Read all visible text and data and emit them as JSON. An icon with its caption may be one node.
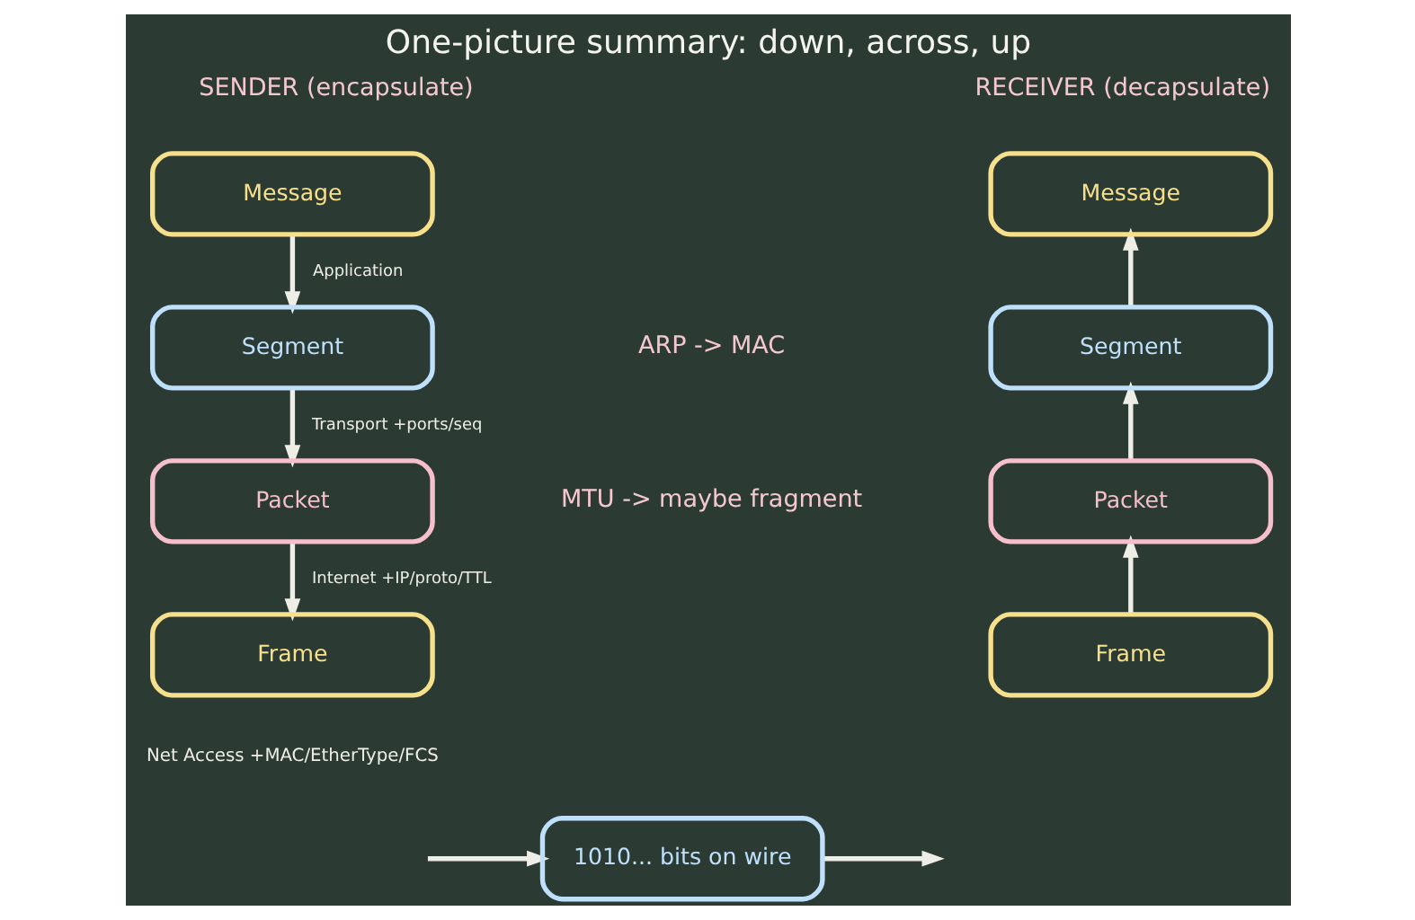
{
  "diagram": {
    "title": "One-picture summary: down, across, up",
    "nodes": [
      {
        "text": [
          "Message"
        ]
      },
      {
        "text": [
          "Segment"
        ]
      },
      {
        "text": [
          "Packet"
        ]
      },
      {
        "text": [
          "Frame"
        ]
      },
      {
        "text": [
          "Message"
        ]
      },
      {
        "text": [
          "Segment"
        ]
      },
      {
        "text": [
          "Packet"
        ]
      },
      {
        "text": [
          "Frame"
        ]
      },
      {
        "text": [
          "1010... bits on wire"
        ]
      }
    ],
    "edges": [
      {
        "from": 0,
        "to": 1,
        "arrow": "to",
        "label": "Application"
      },
      {
        "from": 1,
        "to": 2,
        "arrow": "to",
        "label": "Transport +ports/seq"
      },
      {
        "from": 2,
        "to": 3,
        "arrow": "to",
        "label": "Internet +IP/proto/TTL"
      },
      {
        "from": 8,
        "to": null,
        "arrow": "to"
      },
      {
        "from": null,
        "to": 8,
        "arrow": "to"
      },
      {
        "from": 7,
        "to": 6,
        "arrow": "to"
      },
      {
        "from": 6,
        "to": 5,
        "arrow": "to"
      },
      {
        "from": 5,
        "to": 4,
        "arrow": "to"
      }
    ],
    "labels": [
      "SENDER (encapsulate)",
      "RECEIVER (decapsulate)",
      "ARP -> MAC",
      "MTU -> maybe fragment",
      "Net Access +MAC/EtherType/FCS"
    ]
  }
}
